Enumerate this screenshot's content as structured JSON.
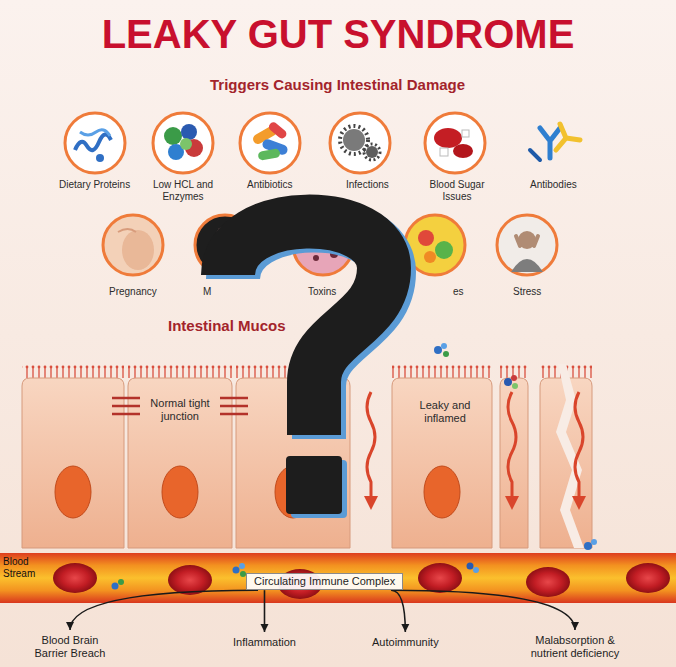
{
  "diagram": {
    "title": "LEAKY GUT SYNDROME",
    "nodes": [
      {
        "text": [
          "Circulating Immune Complex"
        ]
      },
      {
        "text": [
          "Blood Brain Barrier Breach"
        ]
      },
      {
        "text": [
          "Inflammation"
        ]
      },
      {
        "text": [
          "Autoimmunity"
        ]
      },
      {
        "text": [
          "Malabsorption & nutrient deficiency"
        ]
      }
    ],
    "edges": [
      {
        "from": 0,
        "to": 1,
        "arrow": "to"
      },
      {
        "from": 0,
        "to": 2,
        "arrow": "to"
      },
      {
        "from": 0,
        "to": 3,
        "arrow": "to"
      },
      {
        "from": 0,
        "to": 4,
        "arrow": "to"
      }
    ],
    "labels": [
      "Triggers Causing Intestinal Damage",
      "Dietary Proteins",
      "Low HCL and Enzymes",
      "Antibiotics",
      "Infections",
      "Blood Sugar Issues",
      "Antibodies",
      "Pregnancy",
      "M",
      "Toxins",
      "es",
      "Stress",
      "Intestinal Mucos",
      "Normal tight junction",
      "Leaky and inflamed",
      "Blood Stream"
    ]
  }
}
